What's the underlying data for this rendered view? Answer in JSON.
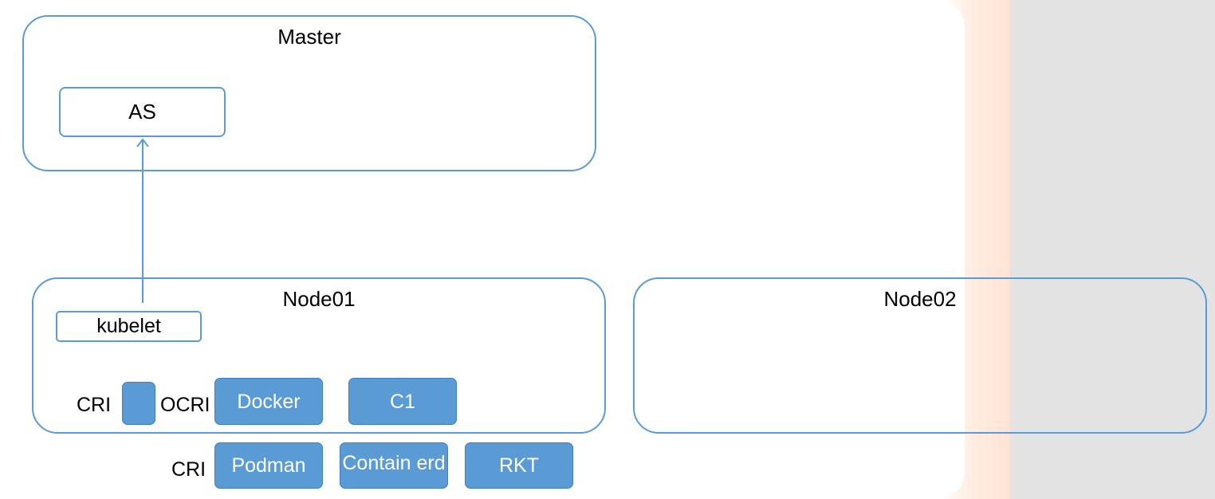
{
  "diagram": {
    "master": {
      "title": "Master",
      "api_server_label": "AS"
    },
    "node01": {
      "title": "Node01",
      "kubelet_label": "kubelet",
      "cri_label": "CRI",
      "ocri_label": "OCRI",
      "runtimes": [
        "Docker",
        "C1"
      ]
    },
    "node02": {
      "title": "Node02"
    },
    "cri_implementations": {
      "cri_label": "CRI",
      "items": [
        "Podman",
        "Contain erd",
        "RKT"
      ]
    },
    "colors": {
      "accent": "#5b9bd5",
      "fill_border": "#3d7fbf",
      "background_right": "#e3e3e3",
      "text": "#000000",
      "fill_text": "#ffffff"
    }
  }
}
